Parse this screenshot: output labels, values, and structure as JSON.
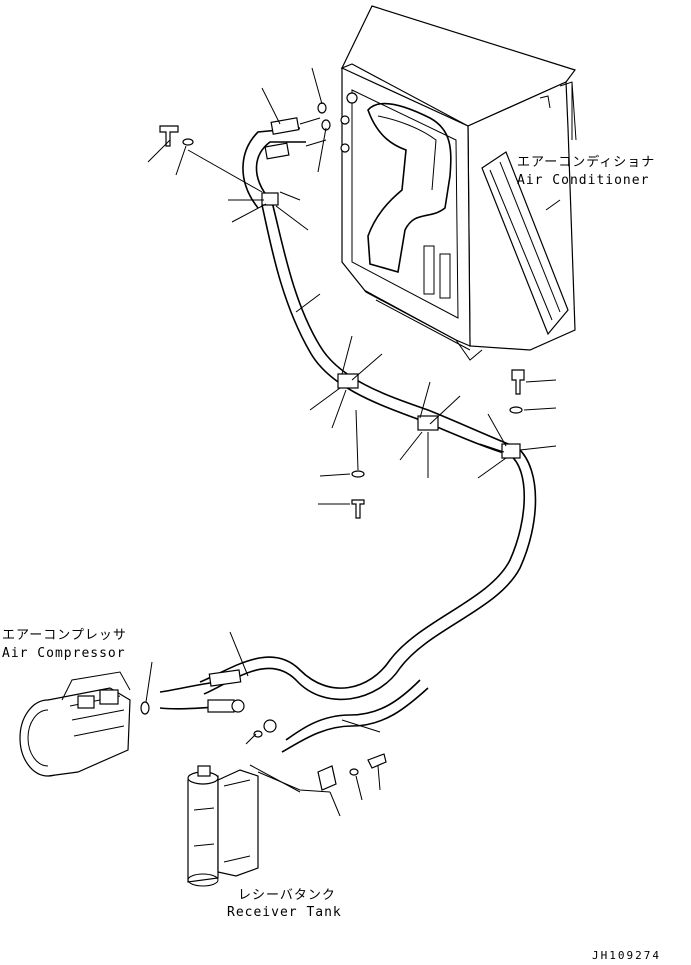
{
  "labels": {
    "air_conditioner_jp": "エアーコンディショナ",
    "air_conditioner_en": "Air Conditioner",
    "air_compressor_jp": "エアーコンプレッサ",
    "air_compressor_en": "Air Compressor",
    "receiver_tank_jp": "レシーバタンク",
    "receiver_tank_en": "Receiver Tank",
    "drawing_code": "JH109274"
  }
}
